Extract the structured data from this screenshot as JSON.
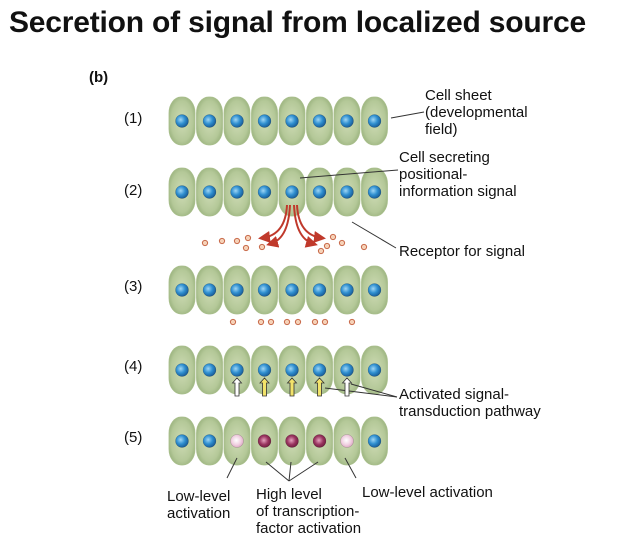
{
  "title": "Secretion of signal from localized source",
  "panel_label": "(b)",
  "rows": [
    {
      "label": "(1)",
      "nuclei": [
        "blue",
        "blue",
        "blue",
        "blue",
        "blue",
        "blue",
        "blue",
        "blue"
      ]
    },
    {
      "label": "(2)",
      "nuclei": [
        "blue",
        "blue",
        "blue",
        "blue",
        "blue",
        "blue",
        "blue",
        "blue"
      ],
      "secreting_cell_index": 4
    },
    {
      "label": "(3)",
      "nuclei": [
        "blue",
        "blue",
        "blue",
        "blue",
        "blue",
        "blue",
        "blue",
        "blue"
      ]
    },
    {
      "label": "(4)",
      "nuclei": [
        "blue",
        "blue",
        "blue",
        "blue",
        "blue",
        "blue",
        "blue",
        "blue"
      ],
      "pathway_arrows": [
        "weak",
        "strong",
        "strong",
        "strong",
        "weak"
      ]
    },
    {
      "label": "(5)",
      "nuclei": [
        "blue",
        "blue",
        "pale-pink",
        "dark-magenta",
        "dark-magenta",
        "dark-magenta",
        "pale-pink",
        "blue"
      ]
    }
  ],
  "annotations": {
    "cell_sheet": "Cell sheet\n(developmental\nfield)",
    "secreting_cell": "Cell secreting\npositional-\ninformation signal",
    "receptor": "Receptor for signal",
    "pathway": "Activated signal-\ntransduction pathway",
    "low_left": "Low-level\nactivation",
    "high": "High level\nof transcription-\nfactor activation",
    "low_right": "Low-level activation"
  },
  "colors": {
    "cell_fill": "#b7c99a",
    "cell_edge": "#8fa873",
    "nucleus_blue": "#2f8fd0",
    "nucleus_pale": "#ecc6d8",
    "nucleus_dark": "#8a2a4e",
    "signal_arrow": "#c0392b",
    "molecule": "#e9a07a",
    "pathway_strong": "#f2e36a"
  }
}
